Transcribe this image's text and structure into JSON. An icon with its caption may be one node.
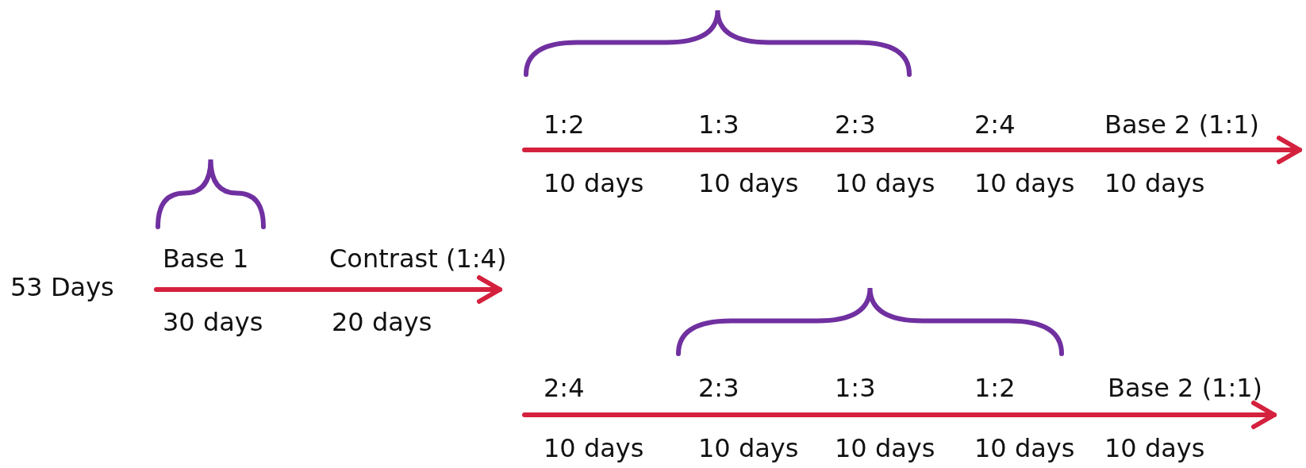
{
  "diagram": {
    "labels": [
      "53 Days",
      "Base 1",
      "Contrast (1:4)",
      "30 days",
      "20 days",
      "1:2",
      "1:3",
      "2:3",
      "2:4",
      "Base 2 (1:1)",
      "10 days",
      "10 days",
      "10 days",
      "10 days",
      "10 days",
      "2:4",
      "2:3",
      "1:3",
      "1:2",
      "Base 2 (1:1)",
      "10 days",
      "10 days",
      "10 days",
      "10 days",
      "10 days"
    ]
  }
}
